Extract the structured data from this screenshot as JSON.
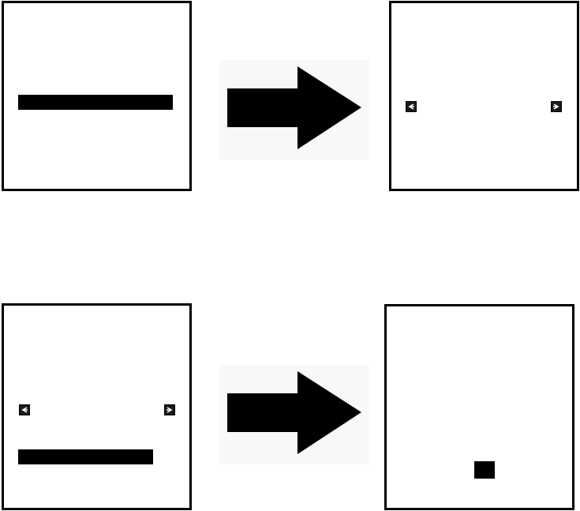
{
  "colors": {
    "ink": "#000000",
    "background": "#ffffff",
    "marker_fill": "#1a1a1a",
    "marker_glyph": "#ffffff",
    "arrow_halo": "#f3f3f3"
  },
  "rows": [
    {
      "before": {
        "contents": [
          "horizontal-bar"
        ]
      },
      "arrow_icon": "right-arrow-icon",
      "after": {
        "contents": [
          "left-pointing-marker-icon",
          "right-pointing-marker-icon"
        ]
      }
    },
    {
      "before": {
        "contents": [
          "left-pointing-marker-icon",
          "right-pointing-marker-icon",
          "horizontal-bar"
        ]
      },
      "arrow_icon": "right-arrow-icon",
      "after": {
        "contents": [
          "square-block"
        ]
      }
    }
  ]
}
